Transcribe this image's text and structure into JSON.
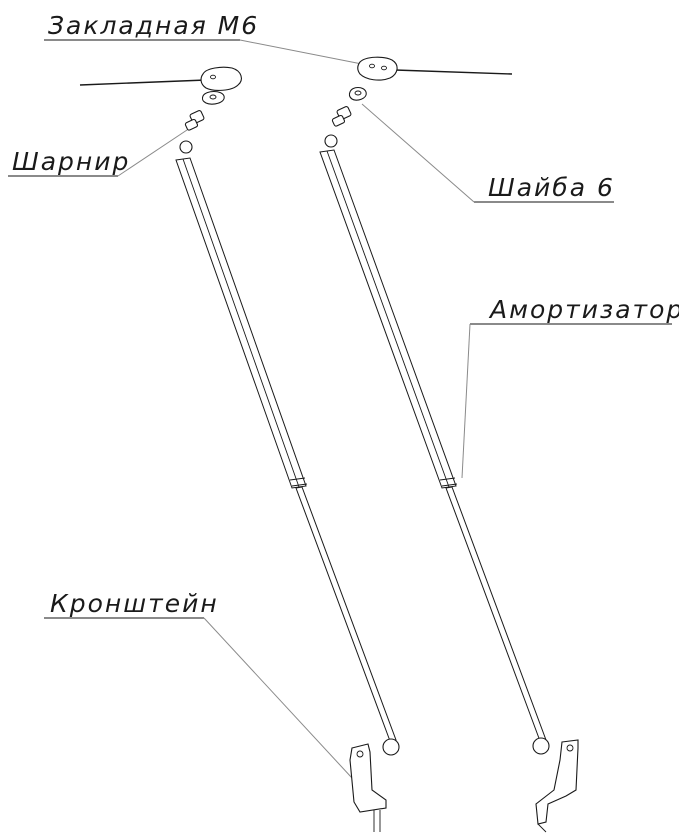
{
  "callouts": {
    "embed_m6": "Закладная М6",
    "hinge": "Шарнир",
    "washer_6": "Шайба 6",
    "shock_absorber": "Амортизатор",
    "bracket": "Кронштейн"
  },
  "colors": {
    "line": "#1a1a1a",
    "leader": "#8a8a8a",
    "background": "#ffffff"
  }
}
